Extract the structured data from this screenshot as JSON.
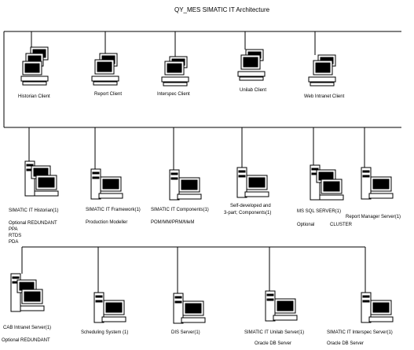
{
  "title": "QY_MES SIMATIC IT Architecture",
  "clients": {
    "historian": "Historian Client",
    "report": "Report Client",
    "interspec": "Interspec Client",
    "unilab": "Unilab Client",
    "web": "Web Intranet Client"
  },
  "servers": {
    "historian": {
      "name": "SIMATIC IT Historian(1)",
      "note": "Optional REDUNDANT",
      "modules": [
        "PPA",
        "RTDS",
        "PDA"
      ]
    },
    "framework": {
      "name": "SIMATIC IT Framework(1)",
      "note": "Production Modeller"
    },
    "components": {
      "name": "SIMATIC IT Components(1)",
      "note": "POM/MM/PRM/MeM"
    },
    "self": {
      "line1": "Self-developed and",
      "line2": "3-part; Components(1)"
    },
    "mssql": {
      "name": "MS SQL SERVER(1)",
      "note_a": "Optional",
      "note_b": "CLUSTER"
    },
    "report_manager": {
      "name": "Report Manager Server(1)"
    }
  },
  "bottom": {
    "cab": {
      "name": "CAB Intranet Server(1)",
      "note": "Optional REDUNDANT"
    },
    "scheduling": {
      "name": "Scheduling System (1)"
    },
    "dis": {
      "name": "DIS Server(1)"
    },
    "unilab": {
      "name": "SIMATIC IT Unilab Server(1)",
      "note": "Oracle DB Server"
    },
    "interspec": {
      "name": "SIMATIC IT Interspec Server(1)",
      "note": "Oracle DB Server"
    }
  }
}
